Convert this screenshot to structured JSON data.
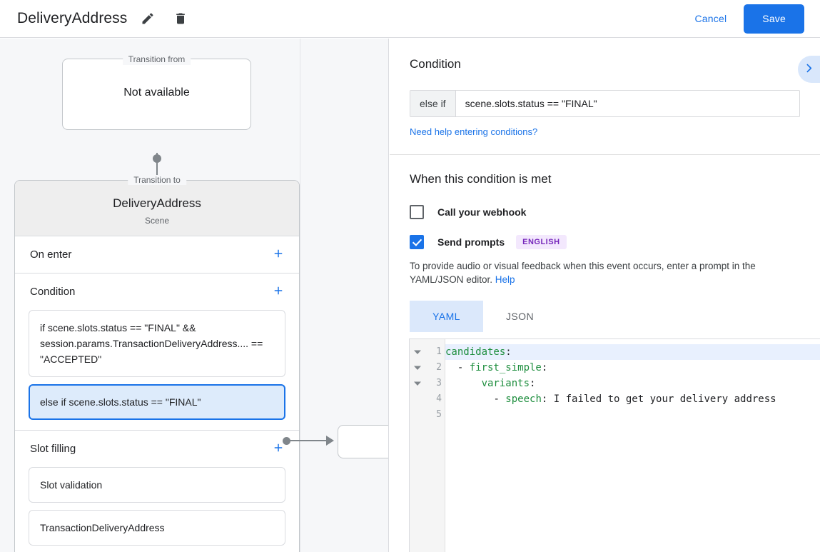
{
  "header": {
    "title": "DeliveryAddress",
    "edit_icon": "pencil-icon",
    "delete_icon": "trash-icon",
    "cancel_label": "Cancel",
    "save_label": "Save",
    "accent_color": "#1a73e8"
  },
  "canvas": {
    "transition_from": {
      "legend": "Transition from",
      "value": "Not available"
    },
    "transition_to": {
      "legend": "Transition to",
      "scene_name": "DeliveryAddress",
      "scene_type": "Scene"
    },
    "sections": [
      {
        "title": "On enter",
        "add_label": "+",
        "items": []
      },
      {
        "title": "Condition",
        "add_label": "+",
        "items": [
          {
            "text": "if scene.slots.status == \"FINAL\" && session.params.TransactionDeliveryAddress.... == \"ACCEPTED\"",
            "selected": false
          },
          {
            "text": "else if scene.slots.status == \"FINAL\"",
            "selected": true
          }
        ]
      },
      {
        "title": "Slot filling",
        "add_label": "+",
        "items": [
          {
            "text": "Slot validation",
            "selected": false
          },
          {
            "text": "TransactionDeliveryAddress",
            "selected": false
          }
        ]
      }
    ]
  },
  "details": {
    "collapse_icon": "chevron-right-icon",
    "condition": {
      "heading": "Condition",
      "prefix": "else if",
      "value": "scene.slots.status == \"FINAL\"",
      "placeholder": "",
      "help_link": "Need help entering conditions?"
    },
    "when_met": {
      "heading": "When this condition is met",
      "webhook": {
        "label": "Call your webhook",
        "checked": false
      },
      "prompts": {
        "label": "Send prompts",
        "checked": true,
        "badge": "ENGLISH",
        "badge_bg": "#f3e8fd",
        "badge_fg": "#7627bb",
        "description_before": "To provide audio or visual feedback when this event occurs, enter a prompt in the YAML/JSON editor. ",
        "description_link": "Help"
      },
      "editor_tabs": [
        {
          "label": "YAML",
          "active": true
        },
        {
          "label": "JSON",
          "active": false
        }
      ],
      "editor": {
        "language": "YAML",
        "line_numbers": [
          "1",
          "2",
          "3",
          "4",
          "5"
        ],
        "foldable_lines": [
          1,
          2,
          3
        ],
        "highlighted_line": 1,
        "lines": [
          {
            "indent": "",
            "key": "candidates",
            "punct": ":",
            "value": ""
          },
          {
            "indent": "  ",
            "dash": "- ",
            "key": "first_simple",
            "punct": ":",
            "value": ""
          },
          {
            "indent": "      ",
            "key": "variants",
            "punct": ":",
            "value": ""
          },
          {
            "indent": "        ",
            "dash": "- ",
            "key": "speech",
            "punct": ": ",
            "value": "I failed to get your delivery address"
          },
          {
            "indent": "",
            "key": "",
            "punct": "",
            "value": ""
          }
        ]
      }
    }
  }
}
